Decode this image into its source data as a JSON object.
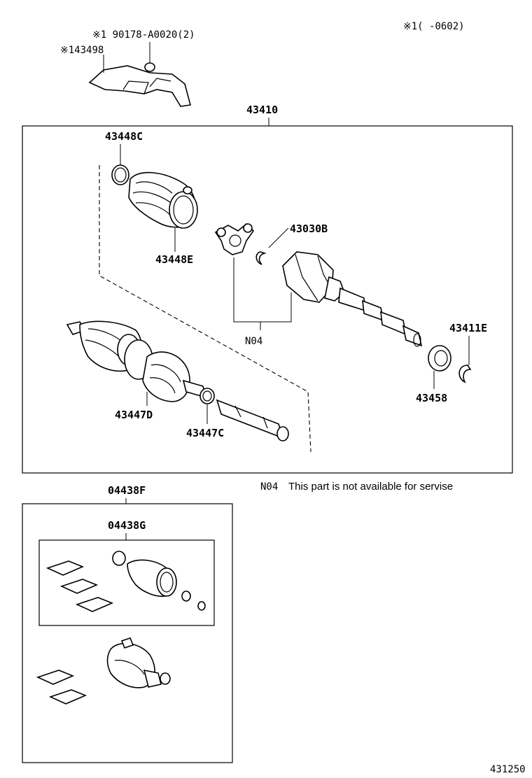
{
  "labels": {
    "note_qty": "※1 90178-A0020(2)",
    "note_part": "※143498",
    "note_range": "※1(     -0602)",
    "assembly": "43410",
    "clamp_outer": "43448C",
    "boot_outer": "43448E",
    "joint_inner": "43030B",
    "group_n04": "N04",
    "snap_ring": "43411E",
    "seal": "43458",
    "boot_inner": "43447D",
    "clamp_inner": "43447C",
    "kit_outer": "04438F",
    "kit_inner": "04438G",
    "figure_id": "431250"
  },
  "note": {
    "code": "N04",
    "text": "This part is not available for servise"
  }
}
